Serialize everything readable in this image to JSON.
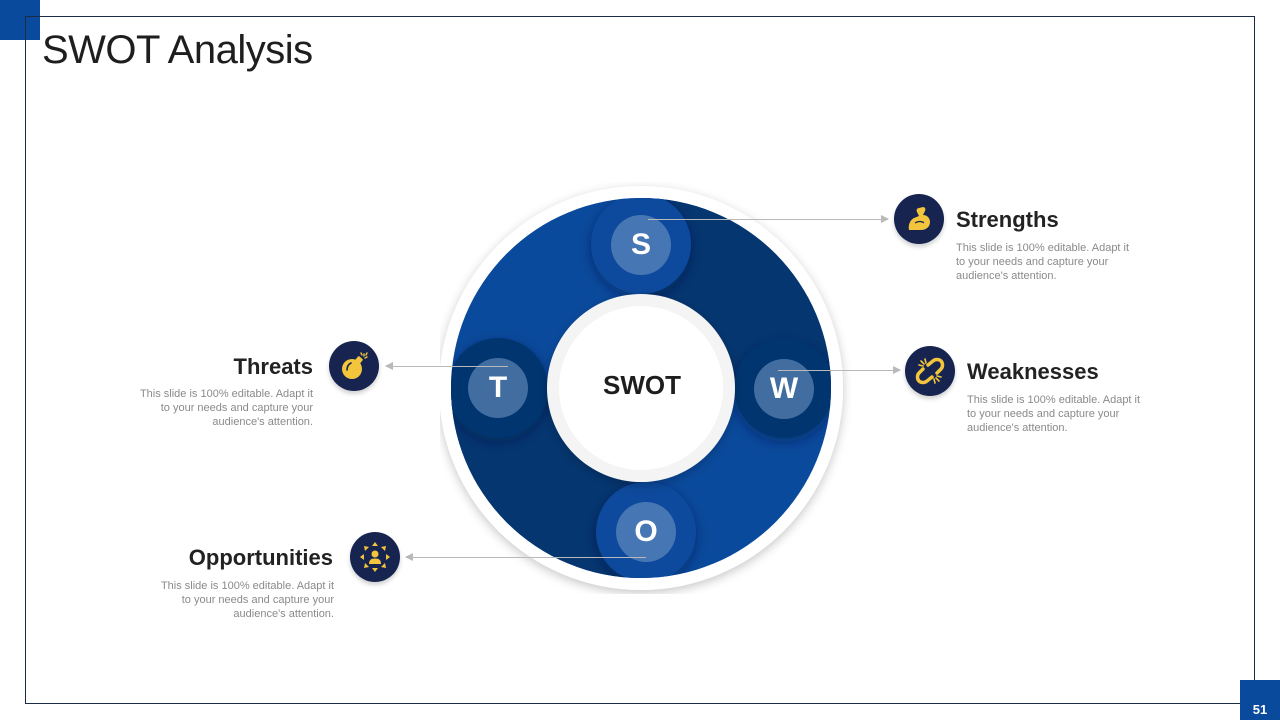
{
  "slide": {
    "title": "SWOT Analysis",
    "page_number": "51"
  },
  "diagram": {
    "center_label": "SWOT",
    "colors": {
      "ring_light": "#0a4a9c",
      "ring_dark": "#053670",
      "letter_bubble": "#6f94c3",
      "icon_bg": "#16244f",
      "icon_fg": "#f2c53d",
      "accent": "#0a4a9c"
    },
    "letters": {
      "s": "S",
      "w": "W",
      "o": "O",
      "t": "T"
    }
  },
  "items": {
    "strengths": {
      "title": "Strengths",
      "icon": "flexed-arm-icon",
      "description": "This slide is 100% editable. Adapt it to your needs and capture your audience's attention."
    },
    "weaknesses": {
      "title": "Weaknesses",
      "icon": "broken-link-icon",
      "description": "This slide is 100% editable. Adapt it to your needs and capture your audience's attention."
    },
    "threats": {
      "title": "Threats",
      "icon": "bomb-icon",
      "description": "This slide is 100% editable. Adapt it to your needs and capture your audience's attention."
    },
    "opportunities": {
      "title": "Opportunities",
      "icon": "person-arrows-outward-icon",
      "description": "This slide is 100% editable. Adapt it to your needs and capture your audience's attention."
    }
  }
}
